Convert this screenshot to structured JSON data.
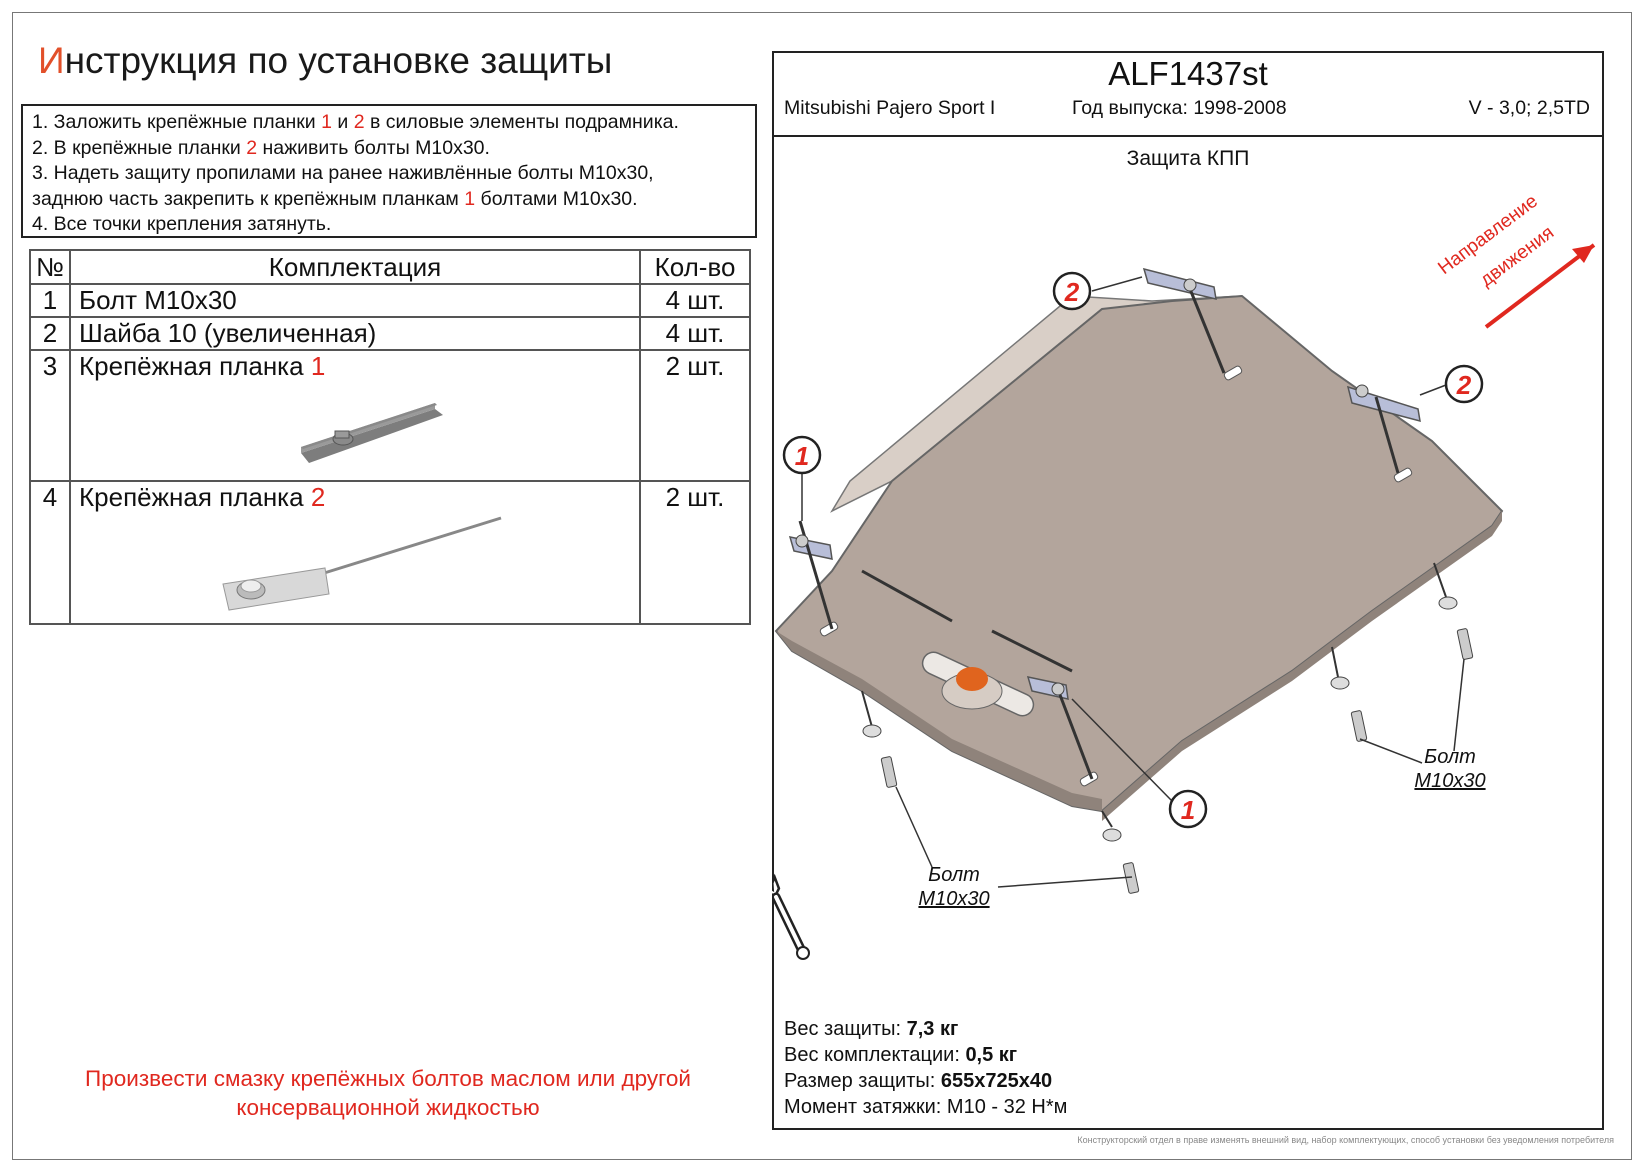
{
  "title": {
    "first_letter": "И",
    "rest": "нструкция по установке защиты"
  },
  "steps": [
    {
      "text": "1. Заложить крепёжные планки ",
      "r1": "1",
      "mid": " и ",
      "r2": "2",
      "end": " в силовые элементы подрамника."
    },
    {
      "text": "2. В крепёжные планки ",
      "r1": "2",
      "end": " наживить болты М10х30."
    },
    {
      "text": "3. Надеть защиту пропилами на ранее наживлённые болты М10х30,"
    },
    {
      "text": "заднюю часть закрепить к крепёжным планкам ",
      "r1": "1",
      "end": " болтами М10х30."
    },
    {
      "text": "4. Все точки крепления затянуть."
    }
  ],
  "kit": {
    "headers": {
      "num": "№",
      "name": "Комплектация",
      "qty": "Кол-во"
    },
    "rows": [
      {
        "num": "1",
        "name": "Болт М10х30",
        "qty": "4 шт."
      },
      {
        "num": "2",
        "name": "Шайба 10 (увеличенная)",
        "qty": "4 шт."
      },
      {
        "num": "3",
        "name": "Крепёжная планка ",
        "ref": "1",
        "qty": "2 шт."
      },
      {
        "num": "4",
        "name": "Крепёжная планка ",
        "ref": "2",
        "qty": "2 шт."
      }
    ]
  },
  "grease_note": [
    "Произвести смазку крепёжных болтов маслом или другой",
    "консервационной жидкостью"
  ],
  "doc": {
    "code": "ALF1437st",
    "model": "Mitsubishi Pajero Sport I",
    "years": "Год выпуска: 1998-2008",
    "engine": "V - 3,0; 2,5TD",
    "product": "Защита КПП"
  },
  "drawing": {
    "direction_line1": "Направление",
    "direction_line2": "движения",
    "callout_1": "1",
    "callout_2": "2",
    "bolt_word": "Болт",
    "bolt_size": "М10х30",
    "plate_color": "#b3a59c",
    "bracket_color": "#b8bed8",
    "logo_color": "#e0641e",
    "accent_red": "#e0281f"
  },
  "specs": [
    {
      "label": "Вес защиты: ",
      "value": "7,3 кг"
    },
    {
      "label": "Вес комплектации: ",
      "value": "0,5 кг"
    },
    {
      "label": "Размер защиты: ",
      "value": "655х725х40"
    },
    {
      "label": "Момент затяжки:  ",
      "value": "М10 - 32 Н*м",
      "plain": true
    }
  ],
  "footnote": "Конструкторский отдел в праве изменять внешний вид, набор комплектующих, способ установки без уведомления потребителя"
}
